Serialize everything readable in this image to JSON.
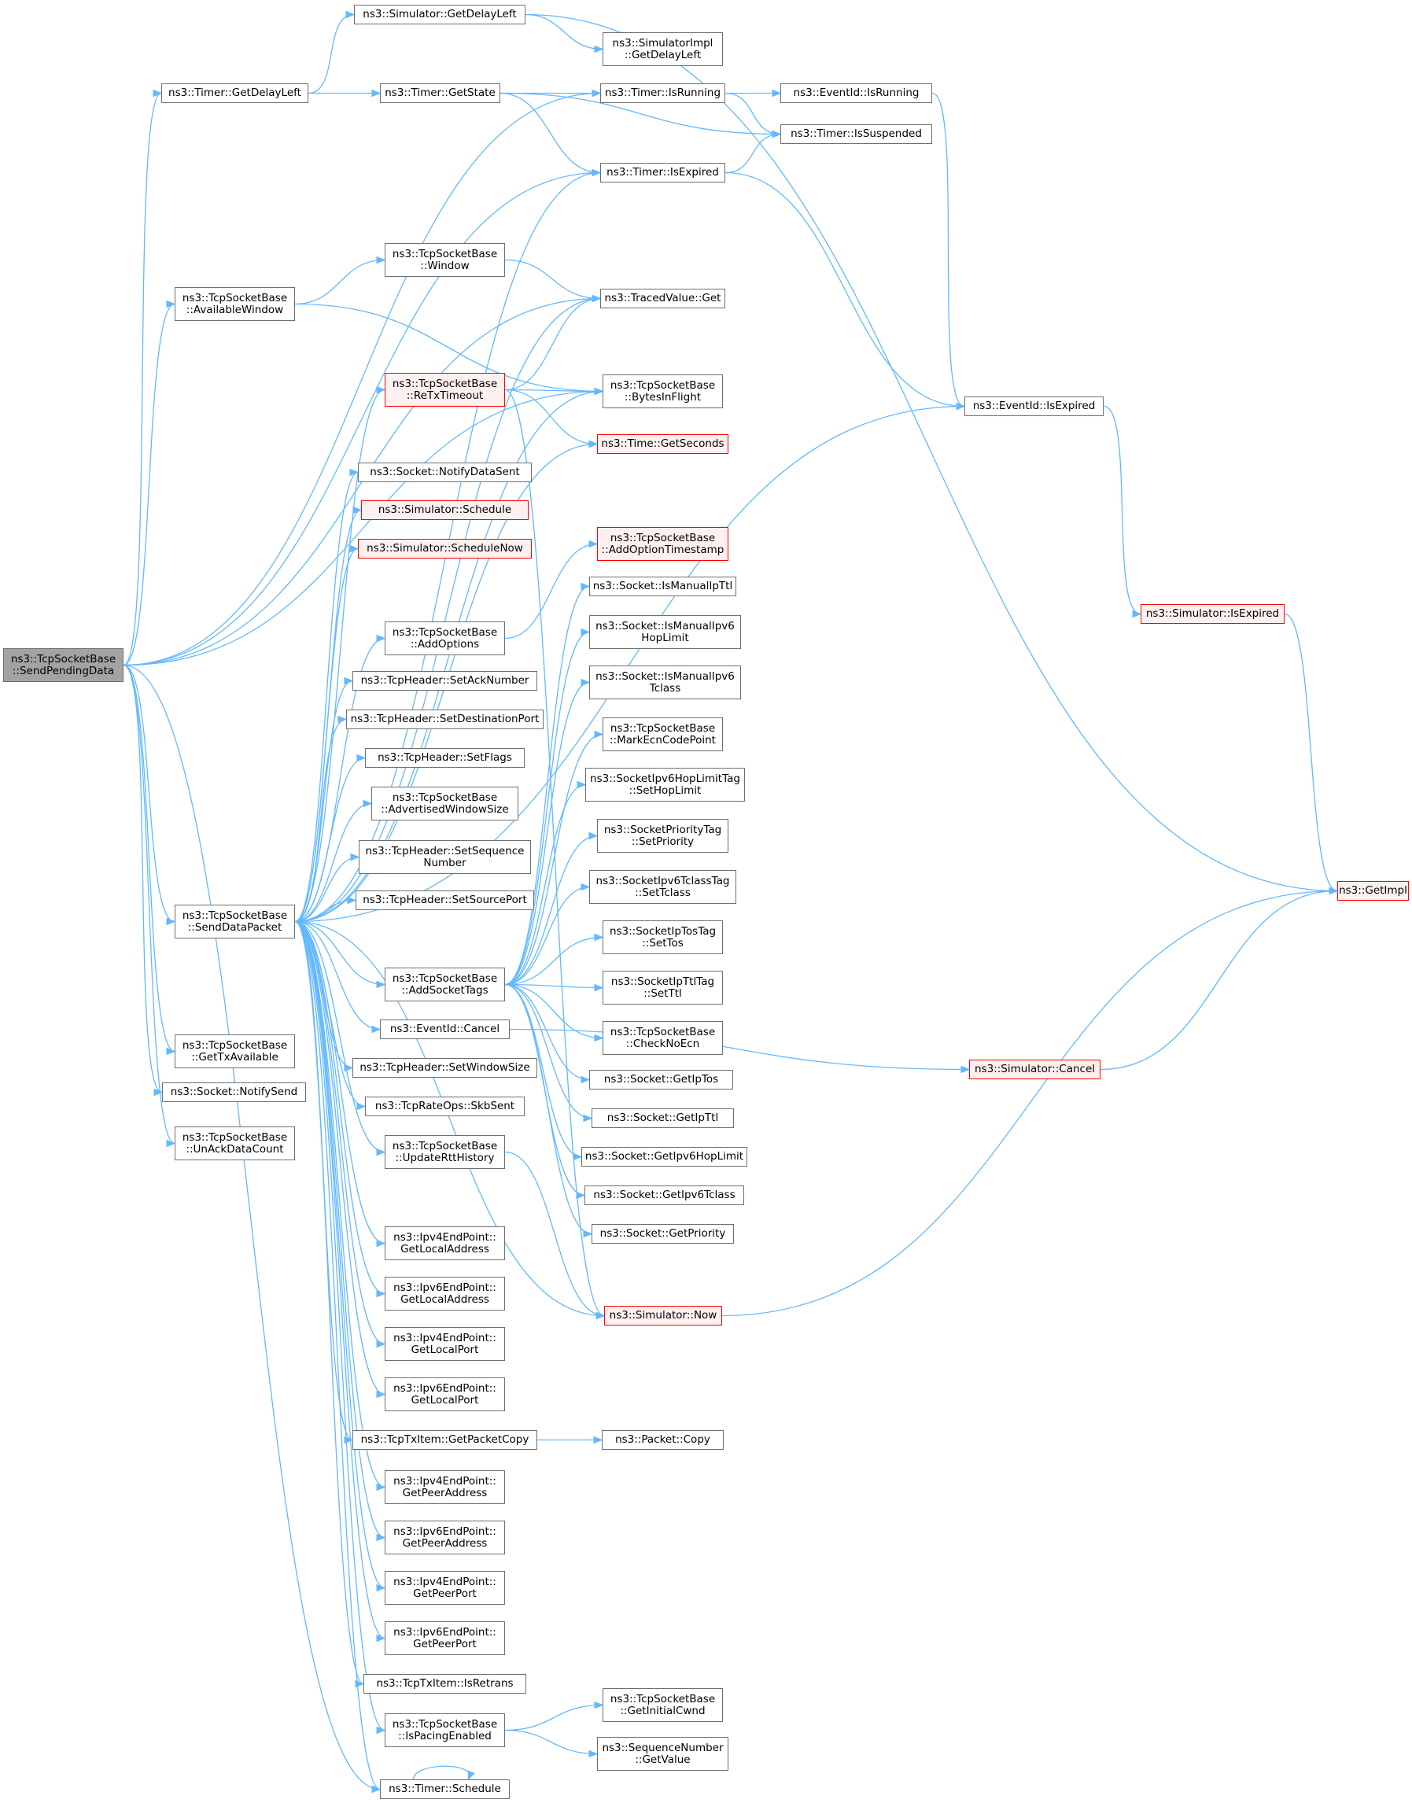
{
  "colors": {
    "edge": "#63b8ff",
    "node_border": "#666666",
    "node_bg": "#ffffff",
    "truncated_border": "#ff0000",
    "truncated_bg": "#fff0f0",
    "root_bg": "#a3a3a3"
  },
  "nodes": [
    {
      "id": "root",
      "l1": "ns3::TcpSocketBase",
      "l2": "::SendPendingData",
      "style": "root"
    },
    {
      "id": "gdlt",
      "l1": "ns3::Timer::GetDelayLeft",
      "l2": ""
    },
    {
      "id": "atw",
      "l1": "ns3::TcpSocketBase",
      "l2": "::AvailableWindow"
    },
    {
      "id": "sdp",
      "l1": "ns3::TcpSocketBase",
      "l2": "::SendDataPacket"
    },
    {
      "id": "gtxa",
      "l1": "ns3::TcpSocketBase",
      "l2": "::GetTxAvailable"
    },
    {
      "id": "nsend",
      "l1": "ns3::Socket::NotifySend",
      "l2": ""
    },
    {
      "id": "unack",
      "l1": "ns3::TcpSocketBase",
      "l2": "::UnAckDataCount"
    },
    {
      "id": "sgdl",
      "l1": "ns3::Simulator::GetDelayLeft",
      "l2": ""
    },
    {
      "id": "tgs",
      "l1": "ns3::Timer::GetState",
      "l2": ""
    },
    {
      "id": "win",
      "l1": "ns3::TcpSocketBase",
      "l2": "::Window"
    },
    {
      "id": "rtx",
      "l1": "ns3::TcpSocketBase",
      "l2": "::ReTxTimeout",
      "style": "red"
    },
    {
      "id": "nds",
      "l1": "ns3::Socket::NotifyDataSent",
      "l2": ""
    },
    {
      "id": "ssched",
      "l1": "ns3::Simulator::Schedule",
      "l2": "",
      "style": "red"
    },
    {
      "id": "sschnow",
      "l1": "ns3::Simulator::ScheduleNow",
      "l2": "",
      "style": "red"
    },
    {
      "id": "aopt",
      "l1": "ns3::TcpSocketBase",
      "l2": "::AddOptions"
    },
    {
      "id": "sack",
      "l1": "ns3::TcpHeader::SetAckNumber",
      "l2": ""
    },
    {
      "id": "sdport",
      "l1": "ns3::TcpHeader::SetDestinationPort",
      "l2": ""
    },
    {
      "id": "sflags",
      "l1": "ns3::TcpHeader::SetFlags",
      "l2": ""
    },
    {
      "id": "advw",
      "l1": "ns3::TcpSocketBase",
      "l2": "::AdvertisedWindowSize"
    },
    {
      "id": "sseq",
      "l1": "ns3::TcpHeader::SetSequence",
      "l2": "Number"
    },
    {
      "id": "ssport",
      "l1": "ns3::TcpHeader::SetSourcePort",
      "l2": ""
    },
    {
      "id": "ast",
      "l1": "ns3::TcpSocketBase",
      "l2": "::AddSocketTags"
    },
    {
      "id": "evcancel",
      "l1": "ns3::EventId::Cancel",
      "l2": ""
    },
    {
      "id": "swin",
      "l1": "ns3::TcpHeader::SetWindowSize",
      "l2": ""
    },
    {
      "id": "skb",
      "l1": "ns3::TcpRateOps::SkbSent",
      "l2": ""
    },
    {
      "id": "urtt",
      "l1": "ns3::TcpSocketBase",
      "l2": "::UpdateRttHistory"
    },
    {
      "id": "ip4la",
      "l1": "ns3::Ipv4EndPoint::",
      "l2": "GetLocalAddress"
    },
    {
      "id": "ip6la",
      "l1": "ns3::Ipv6EndPoint::",
      "l2": "GetLocalAddress"
    },
    {
      "id": "ip4lp",
      "l1": "ns3::Ipv4EndPoint::",
      "l2": "GetLocalPort"
    },
    {
      "id": "ip6lp",
      "l1": "ns3::Ipv6EndPoint::",
      "l2": "GetLocalPort"
    },
    {
      "id": "gpc",
      "l1": "ns3::TcpTxItem::GetPacketCopy",
      "l2": ""
    },
    {
      "id": "ip4pa",
      "l1": "ns3::Ipv4EndPoint::",
      "l2": "GetPeerAddress"
    },
    {
      "id": "ip6pa",
      "l1": "ns3::Ipv6EndPoint::",
      "l2": "GetPeerAddress"
    },
    {
      "id": "ip4pp",
      "l1": "ns3::Ipv4EndPoint::",
      "l2": "GetPeerPort"
    },
    {
      "id": "ip6pp",
      "l1": "ns3::Ipv6EndPoint::",
      "l2": "GetPeerPort"
    },
    {
      "id": "isretr",
      "l1": "ns3::TcpTxItem::IsRetrans",
      "l2": ""
    },
    {
      "id": "ispace",
      "l1": "ns3::TcpSocketBase",
      "l2": "::IsPacingEnabled"
    },
    {
      "id": "tsched",
      "l1": "ns3::Timer::Schedule",
      "l2": ""
    },
    {
      "id": "simpl",
      "l1": "ns3::SimulatorImpl",
      "l2": "::GetDelayLeft"
    },
    {
      "id": "tisrun",
      "l1": "ns3::Timer::IsRunning",
      "l2": ""
    },
    {
      "id": "tisexp",
      "l1": "ns3::Timer::IsExpired",
      "l2": ""
    },
    {
      "id": "tvget",
      "l1": "ns3::TracedValue::Get",
      "l2": ""
    },
    {
      "id": "bif",
      "l1": "ns3::TcpSocketBase",
      "l2": "::BytesInFlight"
    },
    {
      "id": "tgsec",
      "l1": "ns3::Time::GetSeconds",
      "l2": "",
      "style": "red"
    },
    {
      "id": "aots",
      "l1": "ns3::TcpSocketBase",
      "l2": "::AddOptionTimestamp",
      "style": "red"
    },
    {
      "id": "imttl",
      "l1": "ns3::Socket::IsManualIpTtl",
      "l2": ""
    },
    {
      "id": "im6hl",
      "l1": "ns3::Socket::IsManualIpv6",
      "l2": "HopLimit"
    },
    {
      "id": "im6tc",
      "l1": "ns3::Socket::IsManualIpv6",
      "l2": "Tclass"
    },
    {
      "id": "mecn",
      "l1": "ns3::TcpSocketBase",
      "l2": "::MarkEcnCodePoint"
    },
    {
      "id": "shl",
      "l1": "ns3::SocketIpv6HopLimitTag",
      "l2": "::SetHopLimit"
    },
    {
      "id": "sprio",
      "l1": "ns3::SocketPriorityTag",
      "l2": "::SetPriority"
    },
    {
      "id": "stcl",
      "l1": "ns3::SocketIpv6TclassTag",
      "l2": "::SetTclass"
    },
    {
      "id": "stos",
      "l1": "ns3::SocketIpTosTag",
      "l2": "::SetTos"
    },
    {
      "id": "sttl",
      "l1": "ns3::SocketIpTtlTag",
      "l2": "::SetTtl"
    },
    {
      "id": "cnoecn",
      "l1": "ns3::TcpSocketBase",
      "l2": "::CheckNoEcn"
    },
    {
      "id": "gtos",
      "l1": "ns3::Socket::GetIpTos",
      "l2": ""
    },
    {
      "id": "gttl",
      "l1": "ns3::Socket::GetIpTtl",
      "l2": ""
    },
    {
      "id": "g6hl",
      "l1": "ns3::Socket::GetIpv6HopLimit",
      "l2": ""
    },
    {
      "id": "g6tc",
      "l1": "ns3::Socket::GetIpv6Tclass",
      "l2": ""
    },
    {
      "id": "gprio",
      "l1": "ns3::Socket::GetPriority",
      "l2": ""
    },
    {
      "id": "snow",
      "l1": "ns3::Simulator::Now",
      "l2": "",
      "style": "red"
    },
    {
      "id": "pcopy",
      "l1": "ns3::Packet::Copy",
      "l2": ""
    },
    {
      "id": "gicw",
      "l1": "ns3::TcpSocketBase",
      "l2": "::GetInitialCwnd"
    },
    {
      "id": "sngv",
      "l1": "ns3::SequenceNumber",
      "l2": "::GetValue"
    },
    {
      "id": "evisrun",
      "l1": "ns3::EventId::IsRunning",
      "l2": ""
    },
    {
      "id": "tissusp",
      "l1": "ns3::Timer::IsSuspended",
      "l2": ""
    },
    {
      "id": "evisexp",
      "l1": "ns3::EventId::IsExpired",
      "l2": ""
    },
    {
      "id": "sisexp",
      "l1": "ns3::Simulator::IsExpired",
      "l2": "",
      "style": "red"
    },
    {
      "id": "scancel",
      "l1": "ns3::Simulator::Cancel",
      "l2": "",
      "style": "red"
    },
    {
      "id": "gimpl",
      "l1": "ns3::GetImpl",
      "l2": "",
      "style": "red"
    }
  ],
  "edges": [
    [
      "root",
      "gdlt"
    ],
    [
      "root",
      "atw"
    ],
    [
      "root",
      "sdp"
    ],
    [
      "root",
      "gtxa"
    ],
    [
      "root",
      "nsend"
    ],
    [
      "root",
      "unack"
    ],
    [
      "root",
      "tisrun"
    ],
    [
      "root",
      "tisexp"
    ],
    [
      "root",
      "tvget"
    ],
    [
      "root",
      "bif"
    ],
    [
      "root",
      "tsched"
    ],
    [
      "gdlt",
      "sgdl"
    ],
    [
      "gdlt",
      "tgs"
    ],
    [
      "sgdl",
      "simpl"
    ],
    [
      "sgdl",
      "gimpl"
    ],
    [
      "tgs",
      "tisrun"
    ],
    [
      "tgs",
      "tissusp"
    ],
    [
      "tgs",
      "tisexp"
    ],
    [
      "tisrun",
      "evisrun"
    ],
    [
      "tisrun",
      "tissusp"
    ],
    [
      "tisexp",
      "tissusp"
    ],
    [
      "tisexp",
      "evisexp"
    ],
    [
      "evisrun",
      "evisexp"
    ],
    [
      "evisexp",
      "sisexp"
    ],
    [
      "sisexp",
      "gimpl"
    ],
    [
      "atw",
      "win"
    ],
    [
      "atw",
      "bif"
    ],
    [
      "win",
      "tvget"
    ],
    [
      "rtx",
      "tvget"
    ],
    [
      "rtx",
      "bif"
    ],
    [
      "rtx",
      "tgsec"
    ],
    [
      "rtx",
      "snow"
    ],
    [
      "sdp",
      "tisexp"
    ],
    [
      "sdp",
      "tvget"
    ],
    [
      "sdp",
      "rtx"
    ],
    [
      "sdp",
      "bif"
    ],
    [
      "sdp",
      "nds"
    ],
    [
      "sdp",
      "ssched"
    ],
    [
      "sdp",
      "sschnow"
    ],
    [
      "sdp",
      "evisexp"
    ],
    [
      "sdp",
      "aopt"
    ],
    [
      "sdp",
      "sack"
    ],
    [
      "sdp",
      "sdport"
    ],
    [
      "sdp",
      "sflags"
    ],
    [
      "sdp",
      "advw"
    ],
    [
      "sdp",
      "sseq"
    ],
    [
      "sdp",
      "ssport"
    ],
    [
      "sdp",
      "ast"
    ],
    [
      "sdp",
      "evcancel"
    ],
    [
      "sdp",
      "swin"
    ],
    [
      "sdp",
      "skb"
    ],
    [
      "sdp",
      "urtt"
    ],
    [
      "sdp",
      "ip4la"
    ],
    [
      "sdp",
      "ip6la"
    ],
    [
      "sdp",
      "ip4lp"
    ],
    [
      "sdp",
      "ip6lp"
    ],
    [
      "sdp",
      "gpc"
    ],
    [
      "sdp",
      "ip4pa"
    ],
    [
      "sdp",
      "ip6pa"
    ],
    [
      "sdp",
      "ip4pp"
    ],
    [
      "sdp",
      "ip6pp"
    ],
    [
      "sdp",
      "isretr"
    ],
    [
      "sdp",
      "ispace"
    ],
    [
      "sdp",
      "tsched"
    ],
    [
      "sdp",
      "snow"
    ],
    [
      "sdp",
      "tgsec"
    ],
    [
      "aopt",
      "aots"
    ],
    [
      "ast",
      "imttl"
    ],
    [
      "ast",
      "im6hl"
    ],
    [
      "ast",
      "im6tc"
    ],
    [
      "ast",
      "mecn"
    ],
    [
      "ast",
      "shl"
    ],
    [
      "ast",
      "sprio"
    ],
    [
      "ast",
      "stcl"
    ],
    [
      "ast",
      "stos"
    ],
    [
      "ast",
      "sttl"
    ],
    [
      "ast",
      "cnoecn"
    ],
    [
      "ast",
      "gtos"
    ],
    [
      "ast",
      "gttl"
    ],
    [
      "ast",
      "g6hl"
    ],
    [
      "ast",
      "g6tc"
    ],
    [
      "ast",
      "gprio"
    ],
    [
      "evcancel",
      "scancel"
    ],
    [
      "scancel",
      "gimpl"
    ],
    [
      "snow",
      "gimpl"
    ],
    [
      "urtt",
      "snow"
    ],
    [
      "gpc",
      "pcopy"
    ],
    [
      "ispace",
      "gicw"
    ],
    [
      "ispace",
      "sngv"
    ],
    [
      "tsched",
      "tsched"
    ]
  ]
}
